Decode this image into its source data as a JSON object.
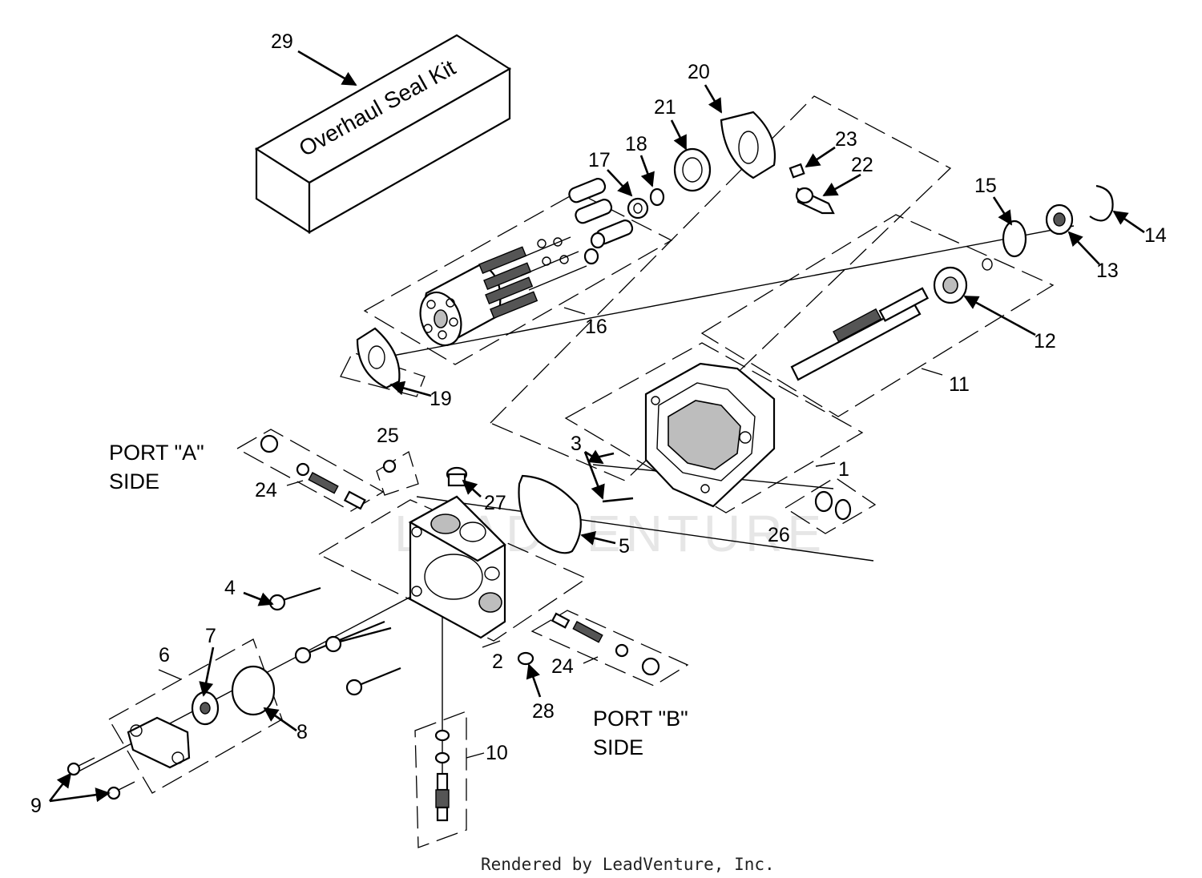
{
  "diagram": {
    "kit_label": "Overhaul Seal Kit",
    "port_a": [
      "PORT \"A\"",
      "SIDE"
    ],
    "port_b": [
      "PORT \"B\"",
      "SIDE"
    ],
    "footer": "Rendered by LeadVenture, Inc.",
    "watermark": "LEADVENTURE",
    "callouts": {
      "c1": "1",
      "c2": "2",
      "c3": "3",
      "c4": "4",
      "c5": "5",
      "c6": "6",
      "c7": "7",
      "c8": "8",
      "c9": "9",
      "c10": "10",
      "c11": "11",
      "c12": "12",
      "c13": "13",
      "c14": "14",
      "c15": "15",
      "c16": "16",
      "c17": "17",
      "c18": "18",
      "c19": "19",
      "c20": "20",
      "c21": "21",
      "c22": "22",
      "c23": "23",
      "c24a": "24",
      "c24b": "24",
      "c25": "25",
      "c26": "26",
      "c27": "27",
      "c28": "28",
      "c29": "29"
    }
  }
}
